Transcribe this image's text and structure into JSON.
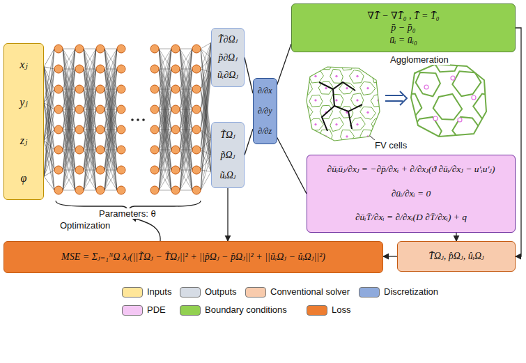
{
  "diagram": {
    "nodes": [
      {
        "text": [
          "xⱼ",
          "yⱼ",
          "zⱼ",
          "φ"
        ]
      },
      {
        "text": [
          "T̃∂Ωⱼ",
          "p̃∂Ωⱼ",
          "ũᵢ∂Ωⱼ"
        ]
      },
      {
        "text": [
          "T̃Ωⱼ",
          "p̃Ωⱼ",
          "ũᵢΩⱼ"
        ]
      },
      {
        "text": [
          "∂/∂x",
          "∂/∂y",
          "∂/∂z"
        ]
      },
      {
        "text": [
          "∇T̄ − ∇T̄₀ , T̄ = T̄₀",
          "p̄ − p̄₀",
          "ūᵢ = ūᵢ₀"
        ]
      },
      {
        "text": [
          "∂ūᵢūⱼ/∂xⱼ = −∂p̄/∂xᵢ + ∂/∂xⱼ(ϑ ∂ūᵢ/∂xⱼ − u′ᵢu′ⱼ)",
          "∂ūᵢ/∂xᵢ = 0",
          "∂ūᵢT̄/∂xᵢ = ∂/∂xᵢ(D ∂T̄/∂xᵢ) + q"
        ]
      },
      {
        "text": [
          "T̂Ωⱼ, p̂Ωⱼ, ûᵢΩⱼ"
        ]
      },
      {
        "text": [
          "MSE = Σⱼ₌₁ᴺΩ λⱼ(||T̃Ωⱼ − T̂Ωⱼ||² + ||p̃Ωⱼ − p̂Ωⱼ||² + ||ũᵢΩⱼ − ûᵢΩⱼ||²)"
        ]
      }
    ],
    "edges": [
      {
        "from": 1,
        "to": 3,
        "arrow": "none"
      },
      {
        "from": 2,
        "to": 3,
        "arrow": "none"
      },
      {
        "from": 3,
        "to": 4,
        "arrow": "none"
      },
      {
        "from": 3,
        "to": 5,
        "arrow": "none"
      },
      {
        "from": 4,
        "to": 6,
        "arrow": "to"
      },
      {
        "from": 5,
        "to": 6,
        "arrow": "to"
      },
      {
        "from": 6,
        "to": 7,
        "arrow": "to"
      },
      {
        "from": 2,
        "to": 7,
        "arrow": "to"
      }
    ],
    "labels": [
      "Parameters: θ",
      "Optimization",
      "Agglomeration",
      "FV cells"
    ],
    "legend": [
      {
        "text": "Inputs",
        "color": "#ffe699"
      },
      {
        "text": "Outputs",
        "color": "#d6dce5"
      },
      {
        "text": "Conventional solver",
        "color": "#f8cbad"
      },
      {
        "text": "Discretization",
        "color": "#8faadc"
      },
      {
        "text": "PDE",
        "color": "#f4c7f4"
      },
      {
        "text": "Boundary conditions",
        "color": "#92d050"
      },
      {
        "text": "Loss",
        "color": "#ed7d31"
      }
    ]
  }
}
